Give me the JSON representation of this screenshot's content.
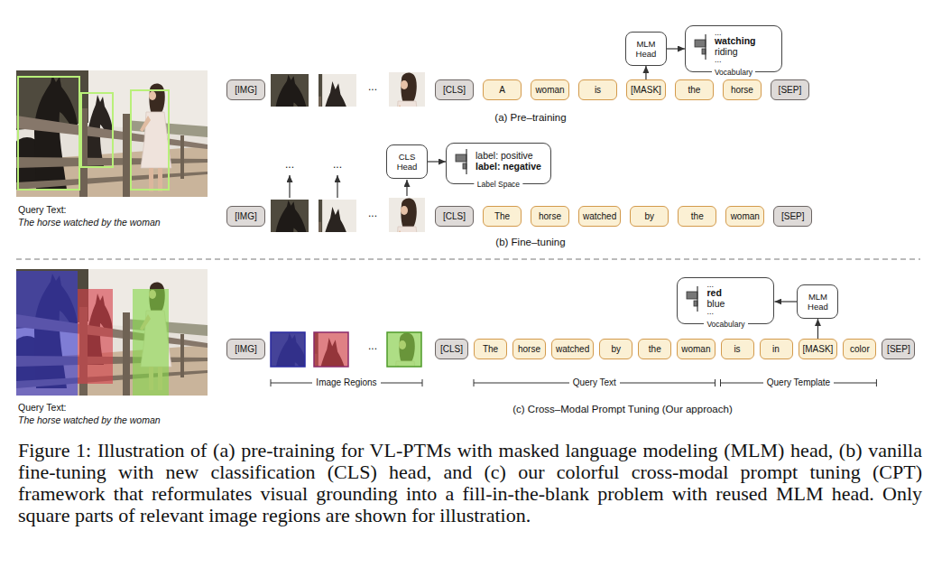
{
  "diagram": {
    "caption": "Figure 1: Illustration of (a) pre-training for VL-PTMs with masked language modeling (MLM) head, (b) vanilla fine-tuning with new classification (CLS) head, and (c) our colorful cross-modal prompt tuning (CPT) framework that reformulates visual grounding into a fill-in-the-blank problem with reused MLM head. Only square parts of relevant image regions are shown for illustration.",
    "nodes": [
      {
        "text": [
          "[IMG]"
        ]
      },
      {
        "text": [
          "[CLS]"
        ]
      },
      {
        "text": [
          "A"
        ]
      },
      {
        "text": [
          "woman"
        ]
      },
      {
        "text": [
          "is"
        ]
      },
      {
        "text": [
          "[MASK]"
        ]
      },
      {
        "text": [
          "the"
        ]
      },
      {
        "text": [
          "horse"
        ]
      },
      {
        "text": [
          "[SEP]"
        ]
      },
      {
        "text": [
          "MLM Head"
        ]
      },
      {
        "text": [
          "...",
          "watching",
          "riding",
          "...",
          "Vocabulary"
        ]
      },
      {
        "text": [
          "CLS Head"
        ]
      },
      {
        "text": [
          "label: positive",
          "label: negative",
          "Label Space"
        ]
      },
      {
        "text": [
          "[IMG]"
        ]
      },
      {
        "text": [
          "[CLS]"
        ]
      },
      {
        "text": [
          "The"
        ]
      },
      {
        "text": [
          "horse"
        ]
      },
      {
        "text": [
          "watched"
        ]
      },
      {
        "text": [
          "by"
        ]
      },
      {
        "text": [
          "the"
        ]
      },
      {
        "text": [
          "woman"
        ]
      },
      {
        "text": [
          "[SEP]"
        ]
      },
      {
        "text": [
          "[IMG]"
        ]
      },
      {
        "text": [
          "[CLS]"
        ]
      },
      {
        "text": [
          "The"
        ]
      },
      {
        "text": [
          "horse"
        ]
      },
      {
        "text": [
          "watched"
        ]
      },
      {
        "text": [
          "by"
        ]
      },
      {
        "text": [
          "the"
        ]
      },
      {
        "text": [
          "woman"
        ]
      },
      {
        "text": [
          "is"
        ]
      },
      {
        "text": [
          "in"
        ]
      },
      {
        "text": [
          "[MASK]"
        ]
      },
      {
        "text": [
          "color"
        ]
      },
      {
        "text": [
          "[SEP]"
        ]
      },
      {
        "text": [
          "MLM Head"
        ]
      },
      {
        "text": [
          "...",
          "red",
          "blue",
          "...",
          "Vocabulary"
        ]
      }
    ],
    "edges": [
      {
        "from": 5,
        "to": 9,
        "arrow": "to"
      },
      {
        "from": 9,
        "to": 10,
        "arrow": "to"
      },
      {
        "from": 11,
        "to": 12,
        "arrow": "to"
      },
      {
        "from": 32,
        "to": 35,
        "arrow": "to"
      },
      {
        "from": 35,
        "to": 36,
        "arrow": "to"
      }
    ],
    "labels": [
      "Query Text:",
      "The horse watched by the woman",
      "...",
      "(a) Pre–training",
      "...",
      "...",
      "...",
      "(b) Fine–tuning",
      "Query Text:",
      "The horse watched by the woman",
      "...",
      "Image Regions",
      "Query Text",
      "Query Template",
      "(c) Cross–Modal Prompt Tuning (Our approach)"
    ]
  }
}
